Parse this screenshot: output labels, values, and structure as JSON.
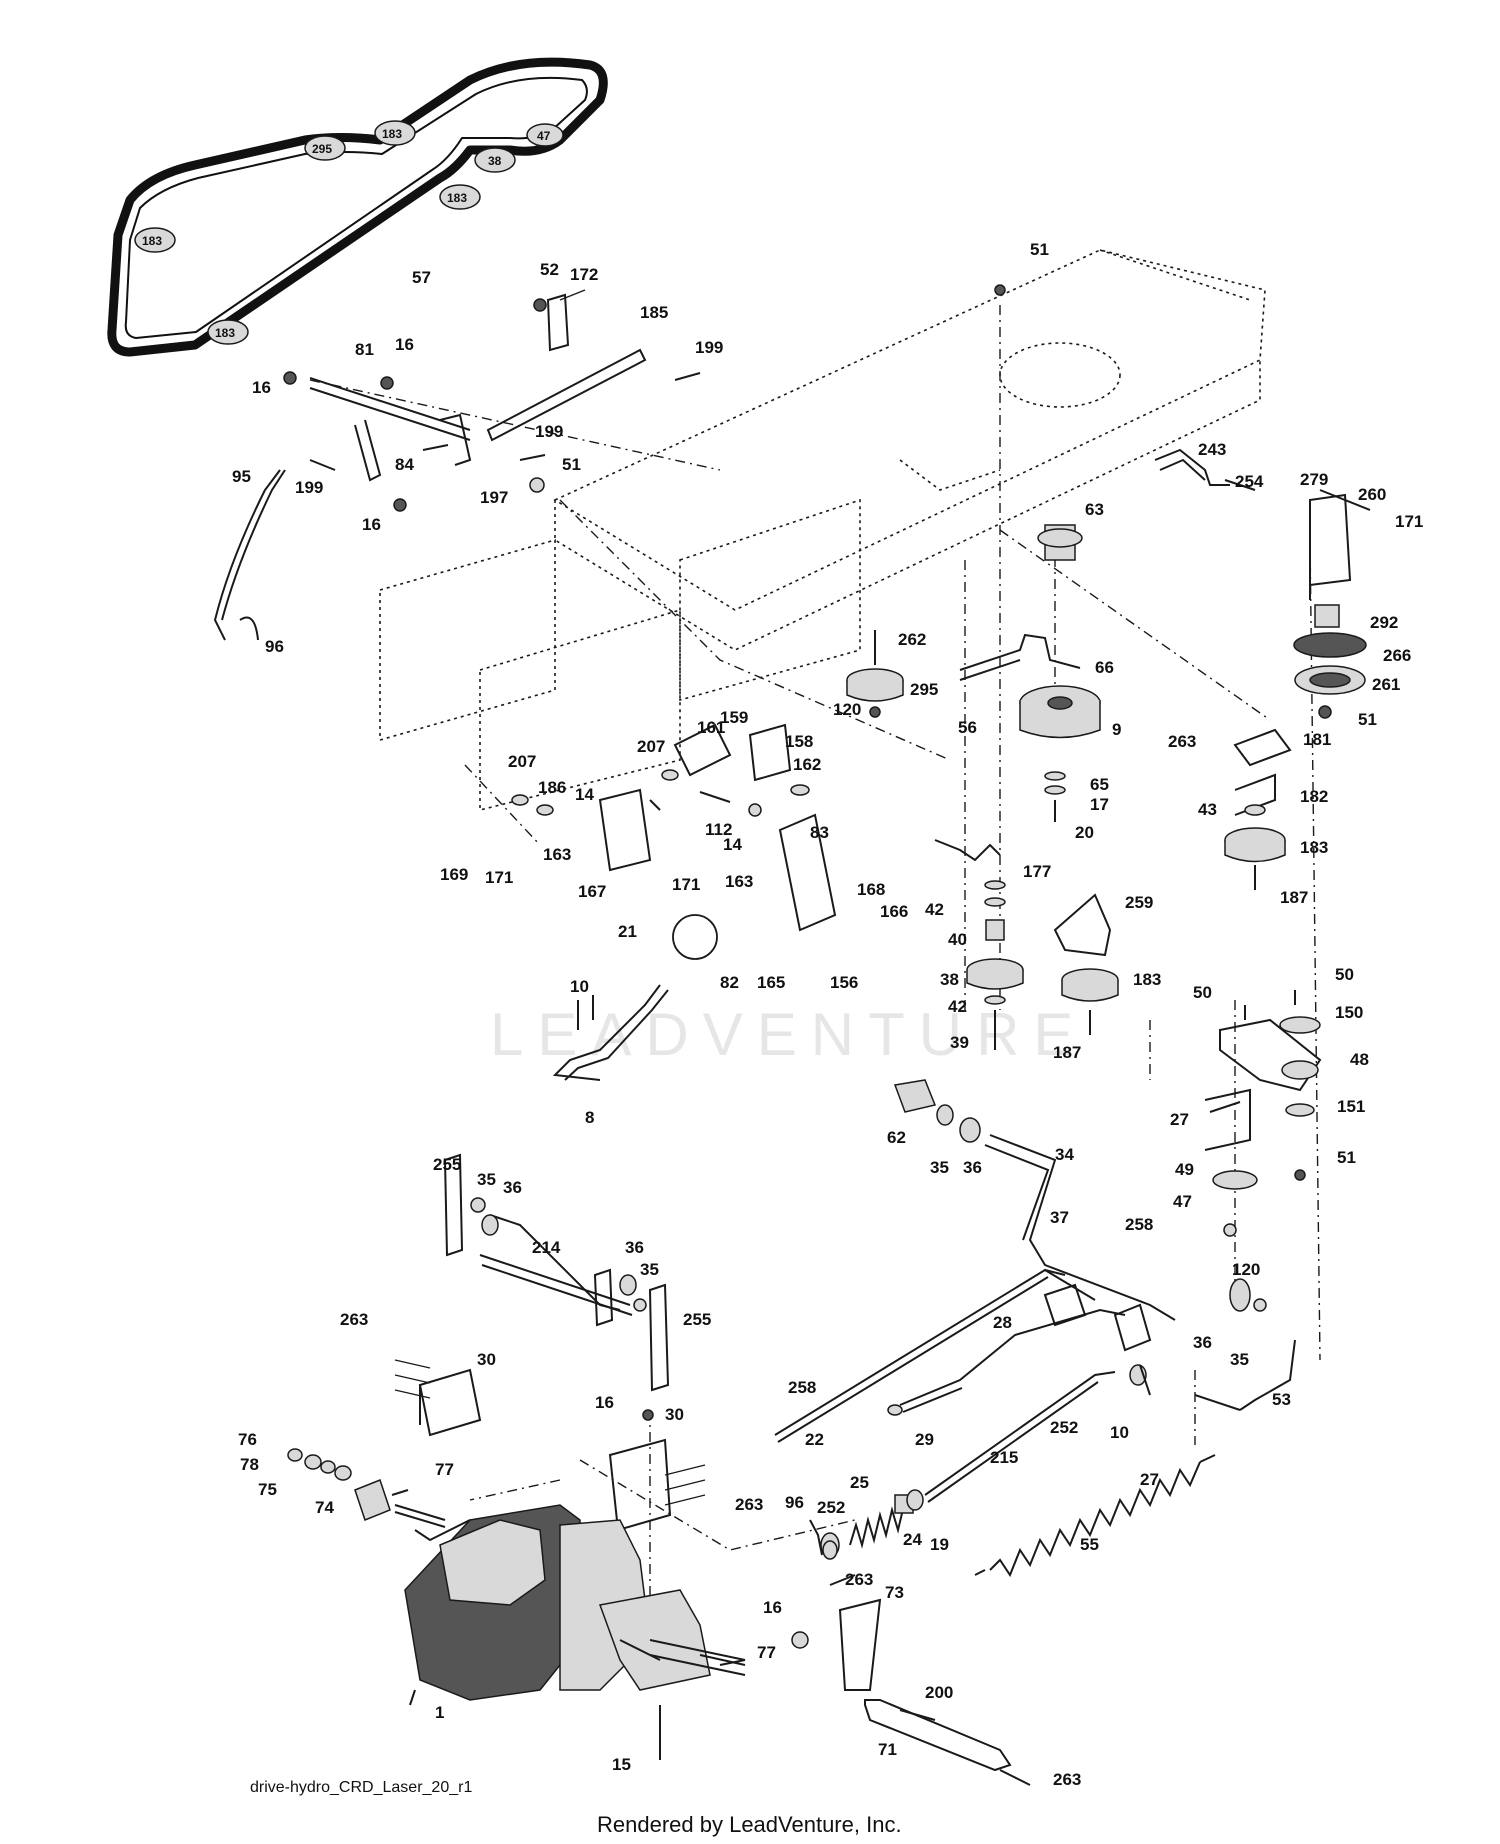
{
  "diagram_id": "drive-hydro_CRD_Laser_20_r1",
  "credit": "Rendered by LeadVenture, Inc.",
  "watermark": "LEADVENTURE",
  "belt_labels": [
    "183",
    "295",
    "47",
    "38",
    "183",
    "183",
    "183"
  ],
  "callouts": [
    "51",
    "52",
    "172",
    "185",
    "199",
    "81",
    "16",
    "16",
    "199",
    "84",
    "199",
    "51",
    "16",
    "197",
    "95",
    "96",
    "57",
    "63",
    "243",
    "254",
    "279",
    "260",
    "171",
    "292",
    "266",
    "261",
    "51",
    "262",
    "295",
    "120",
    "66",
    "56",
    "9",
    "65",
    "17",
    "20",
    "263",
    "181",
    "182",
    "43",
    "183",
    "187",
    "161",
    "159",
    "158",
    "207",
    "162",
    "207",
    "186",
    "14",
    "112",
    "14",
    "163",
    "83",
    "169",
    "171",
    "163",
    "167",
    "171",
    "168",
    "166",
    "21",
    "82",
    "165",
    "156",
    "177",
    "42",
    "40",
    "38",
    "42",
    "39",
    "187",
    "183",
    "259",
    "50",
    "50",
    "150",
    "48",
    "151",
    "51",
    "27",
    "49",
    "47",
    "120",
    "10",
    "8",
    "62",
    "35",
    "36",
    "34",
    "37",
    "258",
    "255",
    "35",
    "36",
    "214",
    "36",
    "35",
    "255",
    "263",
    "30",
    "36",
    "35",
    "28",
    "53",
    "258",
    "22",
    "29",
    "252",
    "10",
    "215",
    "27",
    "16",
    "30",
    "76",
    "78",
    "75",
    "74",
    "77",
    "263",
    "96",
    "252",
    "25",
    "24",
    "19",
    "55",
    "263",
    "73",
    "16",
    "77",
    "200",
    "71",
    "263",
    "1",
    "15"
  ]
}
